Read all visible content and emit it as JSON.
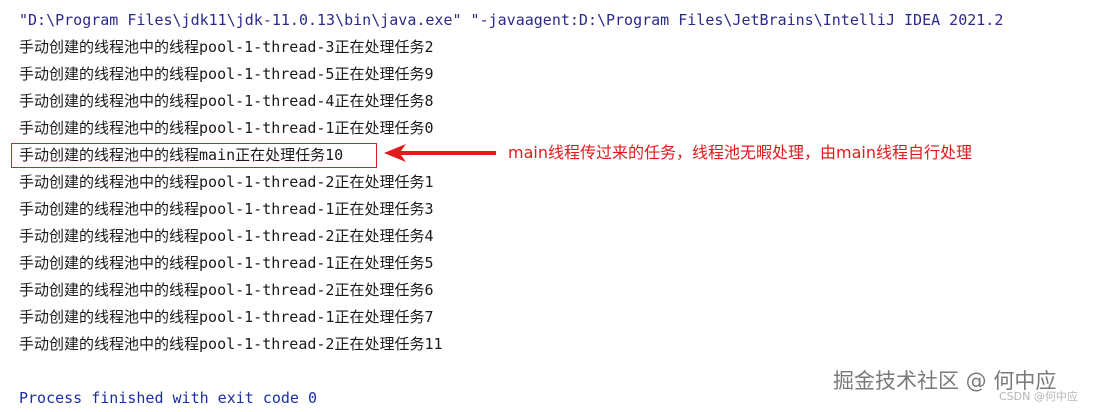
{
  "console": {
    "command_line": "\"D:\\Program Files\\jdk11\\jdk-11.0.13\\bin\\java.exe\" \"-javaagent:D:\\Program Files\\JetBrains\\IntelliJ IDEA 2021.2",
    "output_lines": [
      "手动创建的线程池中的线程pool-1-thread-3正在处理任务2",
      "手动创建的线程池中的线程pool-1-thread-5正在处理任务9",
      "手动创建的线程池中的线程pool-1-thread-4正在处理任务8",
      "手动创建的线程池中的线程pool-1-thread-1正在处理任务0",
      "手动创建的线程池中的线程main正在处理任务10",
      "手动创建的线程池中的线程pool-1-thread-2正在处理任务1",
      "手动创建的线程池中的线程pool-1-thread-1正在处理任务3",
      "手动创建的线程池中的线程pool-1-thread-2正在处理任务4",
      "手动创建的线程池中的线程pool-1-thread-1正在处理任务5",
      "手动创建的线程池中的线程pool-1-thread-2正在处理任务6",
      "手动创建的线程池中的线程pool-1-thread-1正在处理任务7",
      "手动创建的线程池中的线程pool-1-thread-2正在处理任务11"
    ],
    "process_finished": "Process finished with exit code 0"
  },
  "annotation": {
    "text": "main线程传过来的任务，线程池无暇处理，由main线程自行处理",
    "color": "#e01b1b"
  },
  "watermark": {
    "main": "掘金技术社区 @ 何中应",
    "small": "CSDN @何中应"
  },
  "colors": {
    "background": "#ffffff",
    "text": "#1a1a1a",
    "command": "#2a2a8a",
    "process": "#1b2fa0",
    "highlight": "#d8202a"
  }
}
